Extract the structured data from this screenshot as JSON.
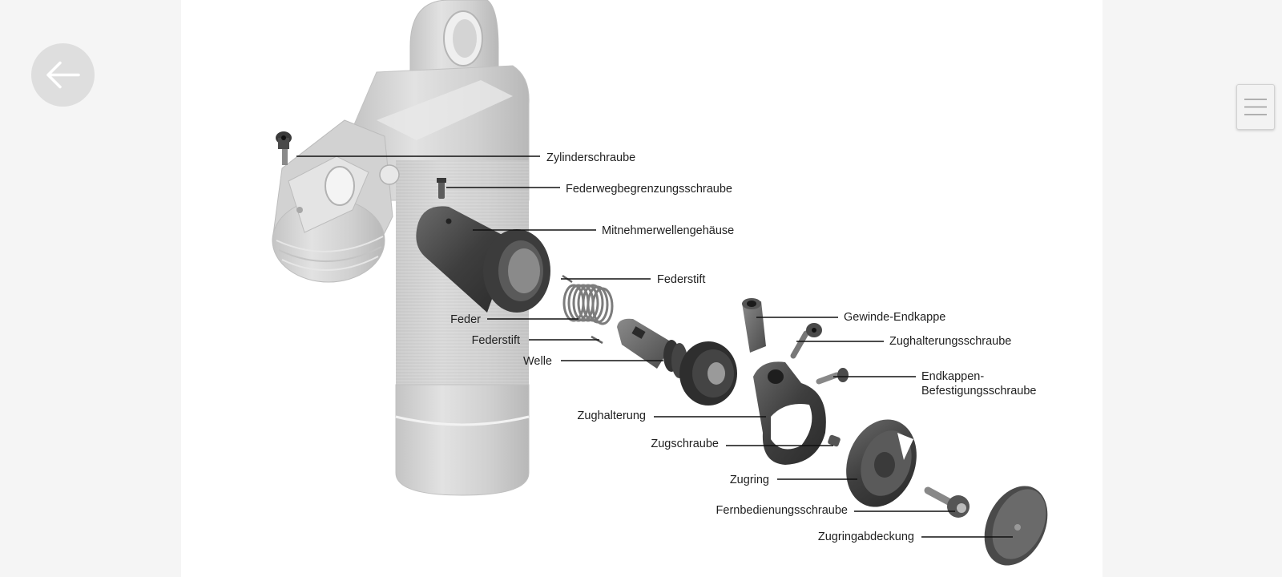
{
  "nav": {
    "back_icon": "arrow-left-icon",
    "menu_icon": "hamburger-menu-icon"
  },
  "labels": {
    "zylinderschraube": "Zylinderschraube",
    "federwegbegrenzungsschraube": "Federwegbegrenzungsschraube",
    "mitnehmerwellengehaeuse": "Mitnehmerwellengehäuse",
    "federstift_top": "Federstift",
    "feder": "Feder",
    "federstift_bottom": "Federstift",
    "welle": "Welle",
    "gewinde_endkappe": "Gewinde-Endkappe",
    "zughalterungsschraube": "Zughalterungsschraube",
    "endkappen_line1": "Endkappen-",
    "endkappen_line2": "Befestigungsschraube",
    "zughalterung": "Zughalterung",
    "zugschraube": "Zugschraube",
    "zugring": "Zugring",
    "fernbedienungsschraube": "Fernbedienungsschraube",
    "zugringabdeckung": "Zugringabdeckung"
  }
}
